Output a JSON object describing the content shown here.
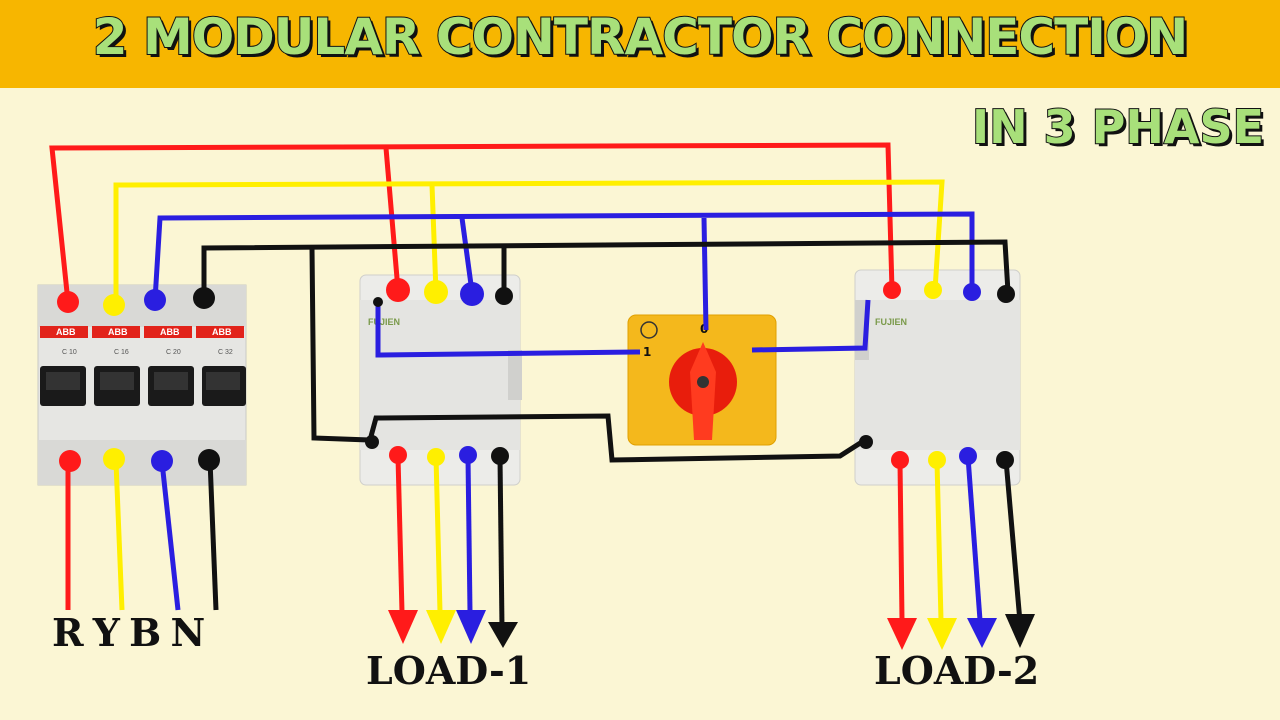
{
  "title": "2 MODULAR CONTRACTOR CONNECTION",
  "subtitle": "IN 3 PHASE",
  "mcb": {
    "brand": "ABB",
    "ratings": [
      "C 10",
      "C 16",
      "C 20",
      "C 32"
    ]
  },
  "contactor": {
    "brand": "FUJIEN"
  },
  "selector_switch": {
    "positions": [
      "0",
      "1"
    ]
  },
  "labels": {
    "phases": "R Y B N",
    "load1": "LOAD-1",
    "load2": "LOAD-2"
  },
  "colors": {
    "red": "#ff1a1a",
    "yellow": "#ffef00",
    "blue": "#2a1ee0",
    "black": "#111111",
    "title_fill": "#a8e07a",
    "banner": "#f7b600",
    "background": "#fbf6d4"
  }
}
